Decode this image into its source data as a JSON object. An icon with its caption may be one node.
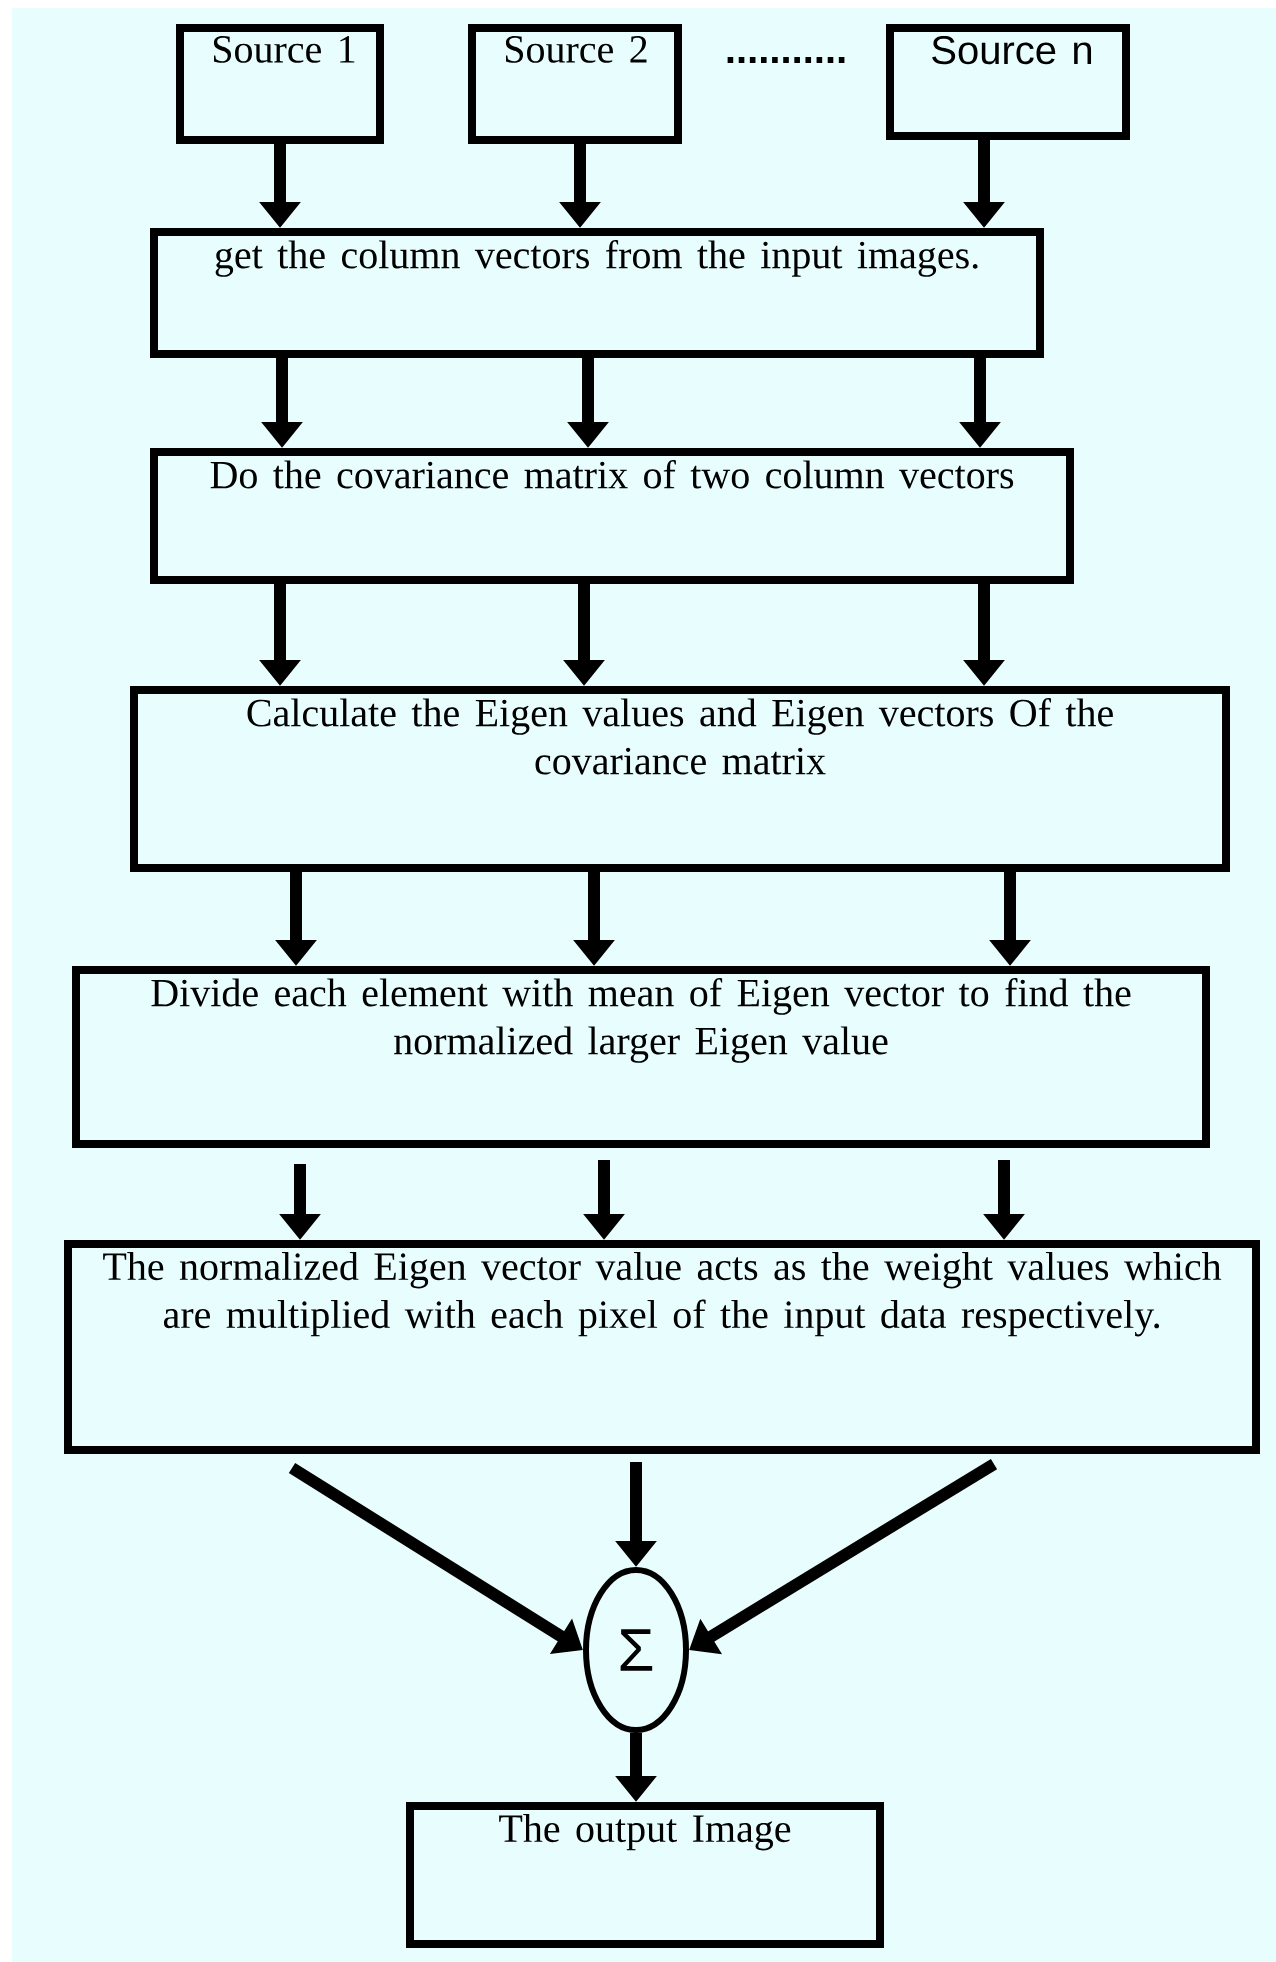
{
  "diagram": {
    "nodes": [
      {
        "text": [
          "Source 1"
        ]
      },
      {
        "text": [
          "Source 2"
        ]
      },
      {
        "text": [
          "Source n"
        ]
      },
      {
        "text": [
          "get the column vectors from the input images."
        ]
      },
      {
        "text": [
          "Do the covariance matrix of two column vectors"
        ]
      },
      {
        "text": [
          "Calculate the Eigen values and Eigen vectors Of the covariance matrix"
        ]
      },
      {
        "text": [
          "Divide each element with mean of Eigen vector to find the normalized larger Eigen value"
        ]
      },
      {
        "text": [
          "The normalized Eigen vector value acts as the weight values which are multiplied with each pixel of the input data respectively."
        ]
      },
      {
        "text": [
          "Σ"
        ]
      },
      {
        "text": [
          "The output Image"
        ]
      }
    ],
    "edges": [
      {
        "from": 0,
        "to": 3,
        "arrow": "to"
      },
      {
        "from": 1,
        "to": 3,
        "arrow": "to"
      },
      {
        "from": 2,
        "to": 3,
        "arrow": "to"
      },
      {
        "from": 3,
        "to": 4,
        "arrow": "to"
      },
      {
        "from": 3,
        "to": 4,
        "arrow": "to"
      },
      {
        "from": 3,
        "to": 4,
        "arrow": "to"
      },
      {
        "from": 4,
        "to": 5,
        "arrow": "to"
      },
      {
        "from": 4,
        "to": 5,
        "arrow": "to"
      },
      {
        "from": 4,
        "to": 5,
        "arrow": "to"
      },
      {
        "from": 5,
        "to": 6,
        "arrow": "to"
      },
      {
        "from": 5,
        "to": 6,
        "arrow": "to"
      },
      {
        "from": 5,
        "to": 6,
        "arrow": "to"
      },
      {
        "from": 6,
        "to": 7,
        "arrow": "to"
      },
      {
        "from": 6,
        "to": 7,
        "arrow": "to"
      },
      {
        "from": 6,
        "to": 7,
        "arrow": "to"
      },
      {
        "from": 7,
        "to": 8,
        "arrow": "to"
      },
      {
        "from": 7,
        "to": 8,
        "arrow": "to"
      },
      {
        "from": 7,
        "to": 8,
        "arrow": "to"
      },
      {
        "from": 8,
        "to": 9,
        "arrow": "to"
      }
    ],
    "labels": [
      "..........."
    ]
  }
}
